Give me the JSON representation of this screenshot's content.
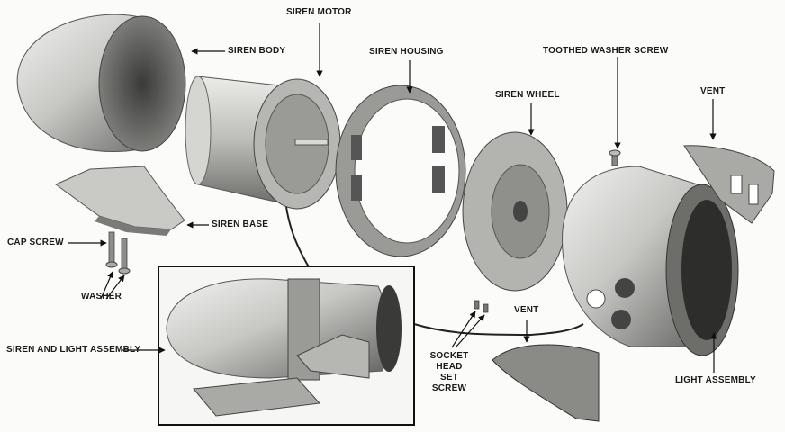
{
  "labels": {
    "siren_body": "SIREN BODY",
    "siren_motor": "SIREN MOTOR",
    "siren_housing": "SIREN HOUSING",
    "toothed_washer_screw": "TOOTHED WASHER SCREW",
    "siren_wheel": "SIREN WHEEL",
    "vent_top": "VENT",
    "siren_base": "SIREN BASE",
    "cap_screw": "CAP SCREW",
    "washer": "WASHER",
    "siren_and_light_assembly": "SIREN AND LIGHT ASSEMBLY",
    "socket_head_set_screw": [
      "SOCKET",
      "HEAD",
      "SET",
      "SCREW"
    ],
    "vent_bottom": "VENT",
    "light_assembly": "LIGHT ASSEMBLY"
  },
  "colors": {
    "metal_light": "#d9d9d6",
    "metal_mid": "#a9a9a6",
    "metal_dark": "#4a4a48",
    "ink": "#1a1a1a"
  }
}
